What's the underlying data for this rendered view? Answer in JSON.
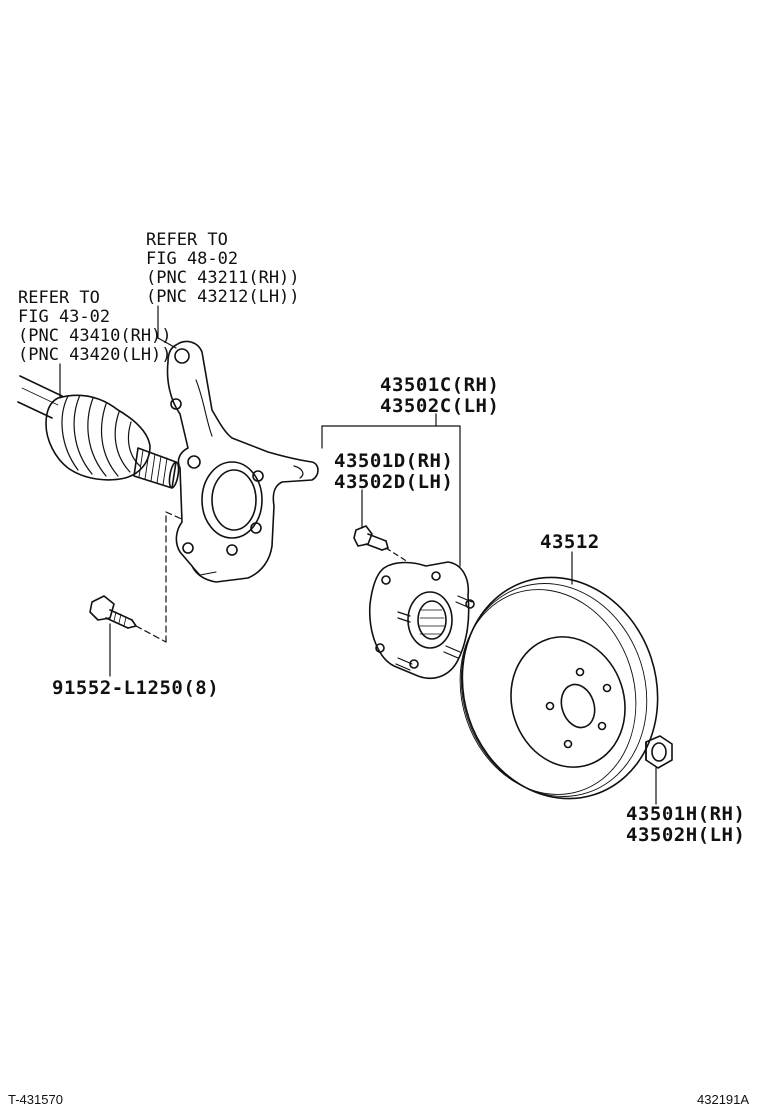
{
  "callouts": {
    "knuckle_ref": {
      "l1": "REFER TO",
      "l2": "FIG 48-02",
      "l3": "(PNC 43211(RH))",
      "l4": "(PNC 43212(LH))"
    },
    "shaft_ref": {
      "l1": "REFER TO",
      "l2": "FIG 43-02",
      "l3": "(PNC 43410(RH))",
      "l4": "(PNC 43420(LH))"
    },
    "hub_assembly": {
      "l1": "43501C(RH)",
      "l2": "43502C(LH)"
    },
    "hub_bolt": {
      "l1": "43501D(RH)",
      "l2": "43502D(LH)"
    },
    "disc": {
      "l1": "43512"
    },
    "knuckle_bolt": {
      "l1": "91552-L1250(8)"
    },
    "hub_nut": {
      "l1": "43501H(RH)",
      "l2": "43502H(LH)"
    }
  },
  "footer": {
    "left_code": "T-431570",
    "right_code": "432191A"
  },
  "colors": {
    "ink": "#111111",
    "background": "#ffffff"
  }
}
